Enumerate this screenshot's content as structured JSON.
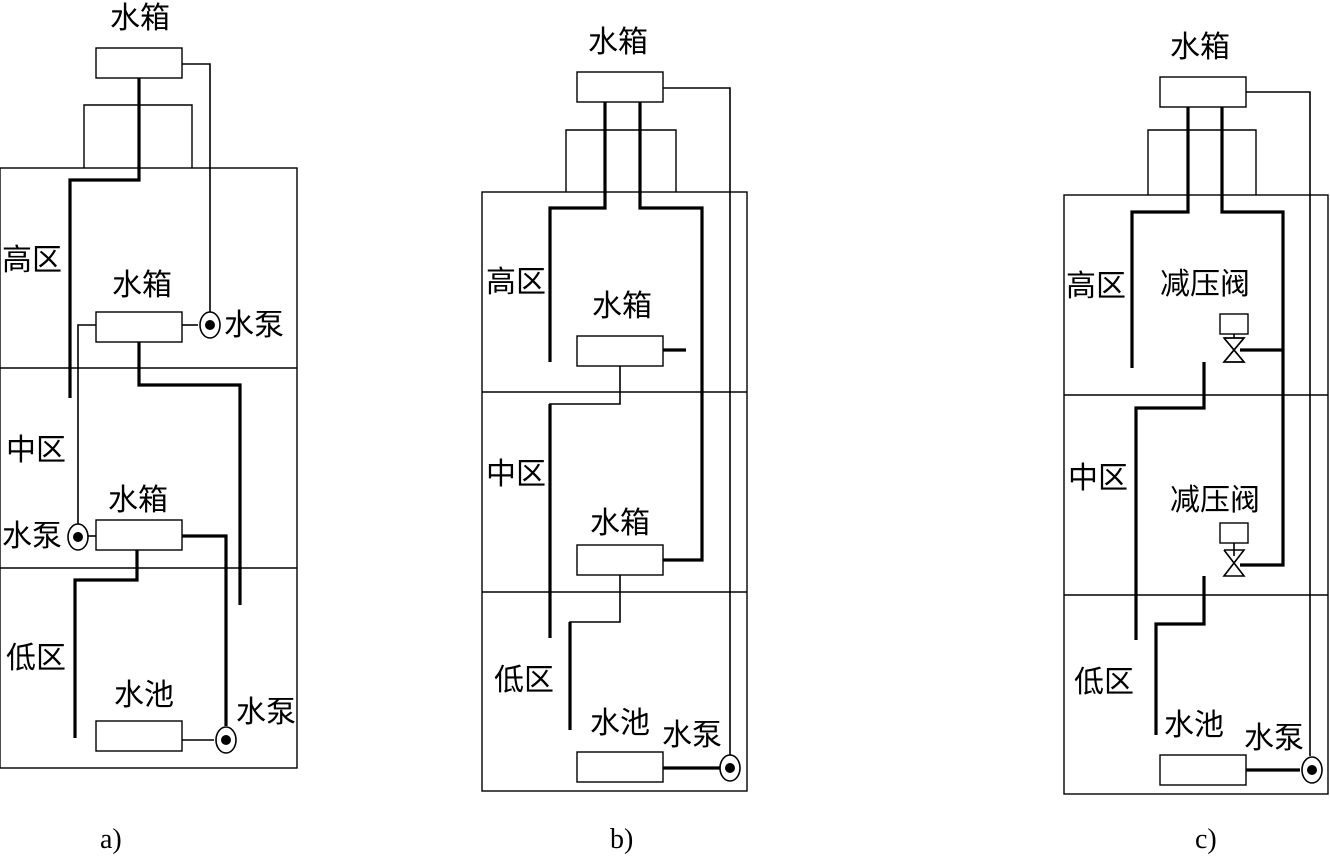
{
  "diagram_a": {
    "caption": "a)",
    "roof_tank": "水箱",
    "zone_high": "高区",
    "zone_mid": "中区",
    "zone_low": "低区",
    "tank_high": "水箱",
    "pump_high": "水泵",
    "tank_mid": "水箱",
    "pump_mid": "水泵",
    "pool": "水池",
    "pump_low": "水泵"
  },
  "diagram_b": {
    "caption": "b)",
    "roof_tank": "水箱",
    "zone_high": "高区",
    "zone_mid": "中区",
    "zone_low": "低区",
    "tank_high": "水箱",
    "tank_mid": "水箱",
    "pool": "水池",
    "pump": "水泵"
  },
  "diagram_c": {
    "caption": "c)",
    "roof_tank": "水箱",
    "zone_high": "高区",
    "zone_mid": "中区",
    "zone_low": "低区",
    "valve_high": "减压阀",
    "valve_mid": "减压阀",
    "pool": "水池",
    "pump": "水泵"
  }
}
